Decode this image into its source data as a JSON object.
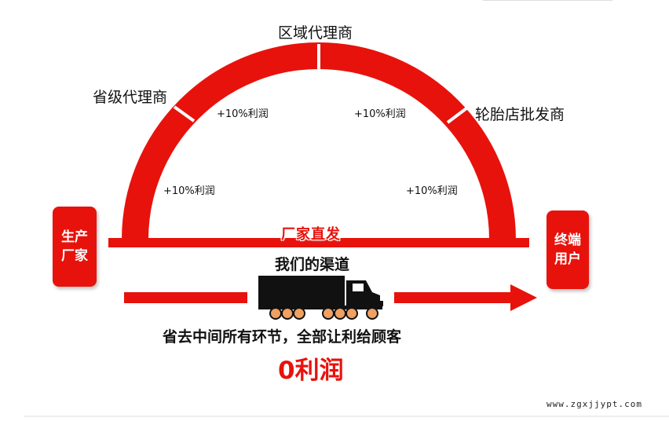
{
  "stages": {
    "provincial": "省级代理商",
    "regional": "区域代理商",
    "tire_shop": "轮胎店批发商"
  },
  "profits": [
    "+10%利润",
    "+10%利润",
    "+10%利润",
    "+10%利润"
  ],
  "manufacturer": {
    "line1": "生产",
    "line2": "厂家"
  },
  "end_user": {
    "line1": "终端",
    "line2": "用户"
  },
  "direct_label": "厂家直发",
  "channel_label": "我们的渠道",
  "slogan": "省去中间所有环节，全部让利给顾客",
  "zero_profit": "0利润",
  "watermark": "www.zgxjjypt.com",
  "colors": {
    "red": "#e8120c",
    "truck": "#111111",
    "wheel_rim": "#f0a060"
  }
}
